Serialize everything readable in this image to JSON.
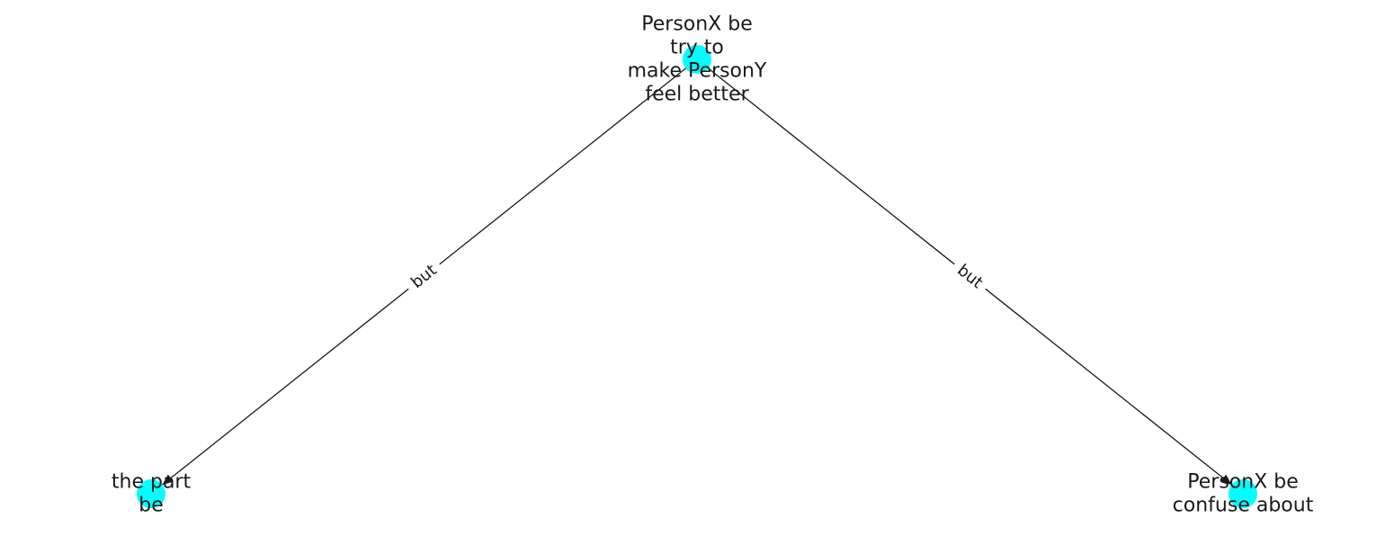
{
  "graph": {
    "node_color": "#00ffff",
    "edge_color": "#1a1a1a",
    "nodes": [
      {
        "id": "top",
        "lines": [
          "PersonX be",
          "try to",
          "make PersonY",
          "feel better"
        ]
      },
      {
        "id": "left",
        "lines": [
          "the part",
          "be"
        ]
      },
      {
        "id": "right",
        "lines": [
          "PersonX be",
          "confuse about"
        ]
      }
    ],
    "edges": [
      {
        "from": "top",
        "to": "left",
        "label": "but"
      },
      {
        "from": "top",
        "to": "right",
        "label": "but"
      }
    ]
  }
}
